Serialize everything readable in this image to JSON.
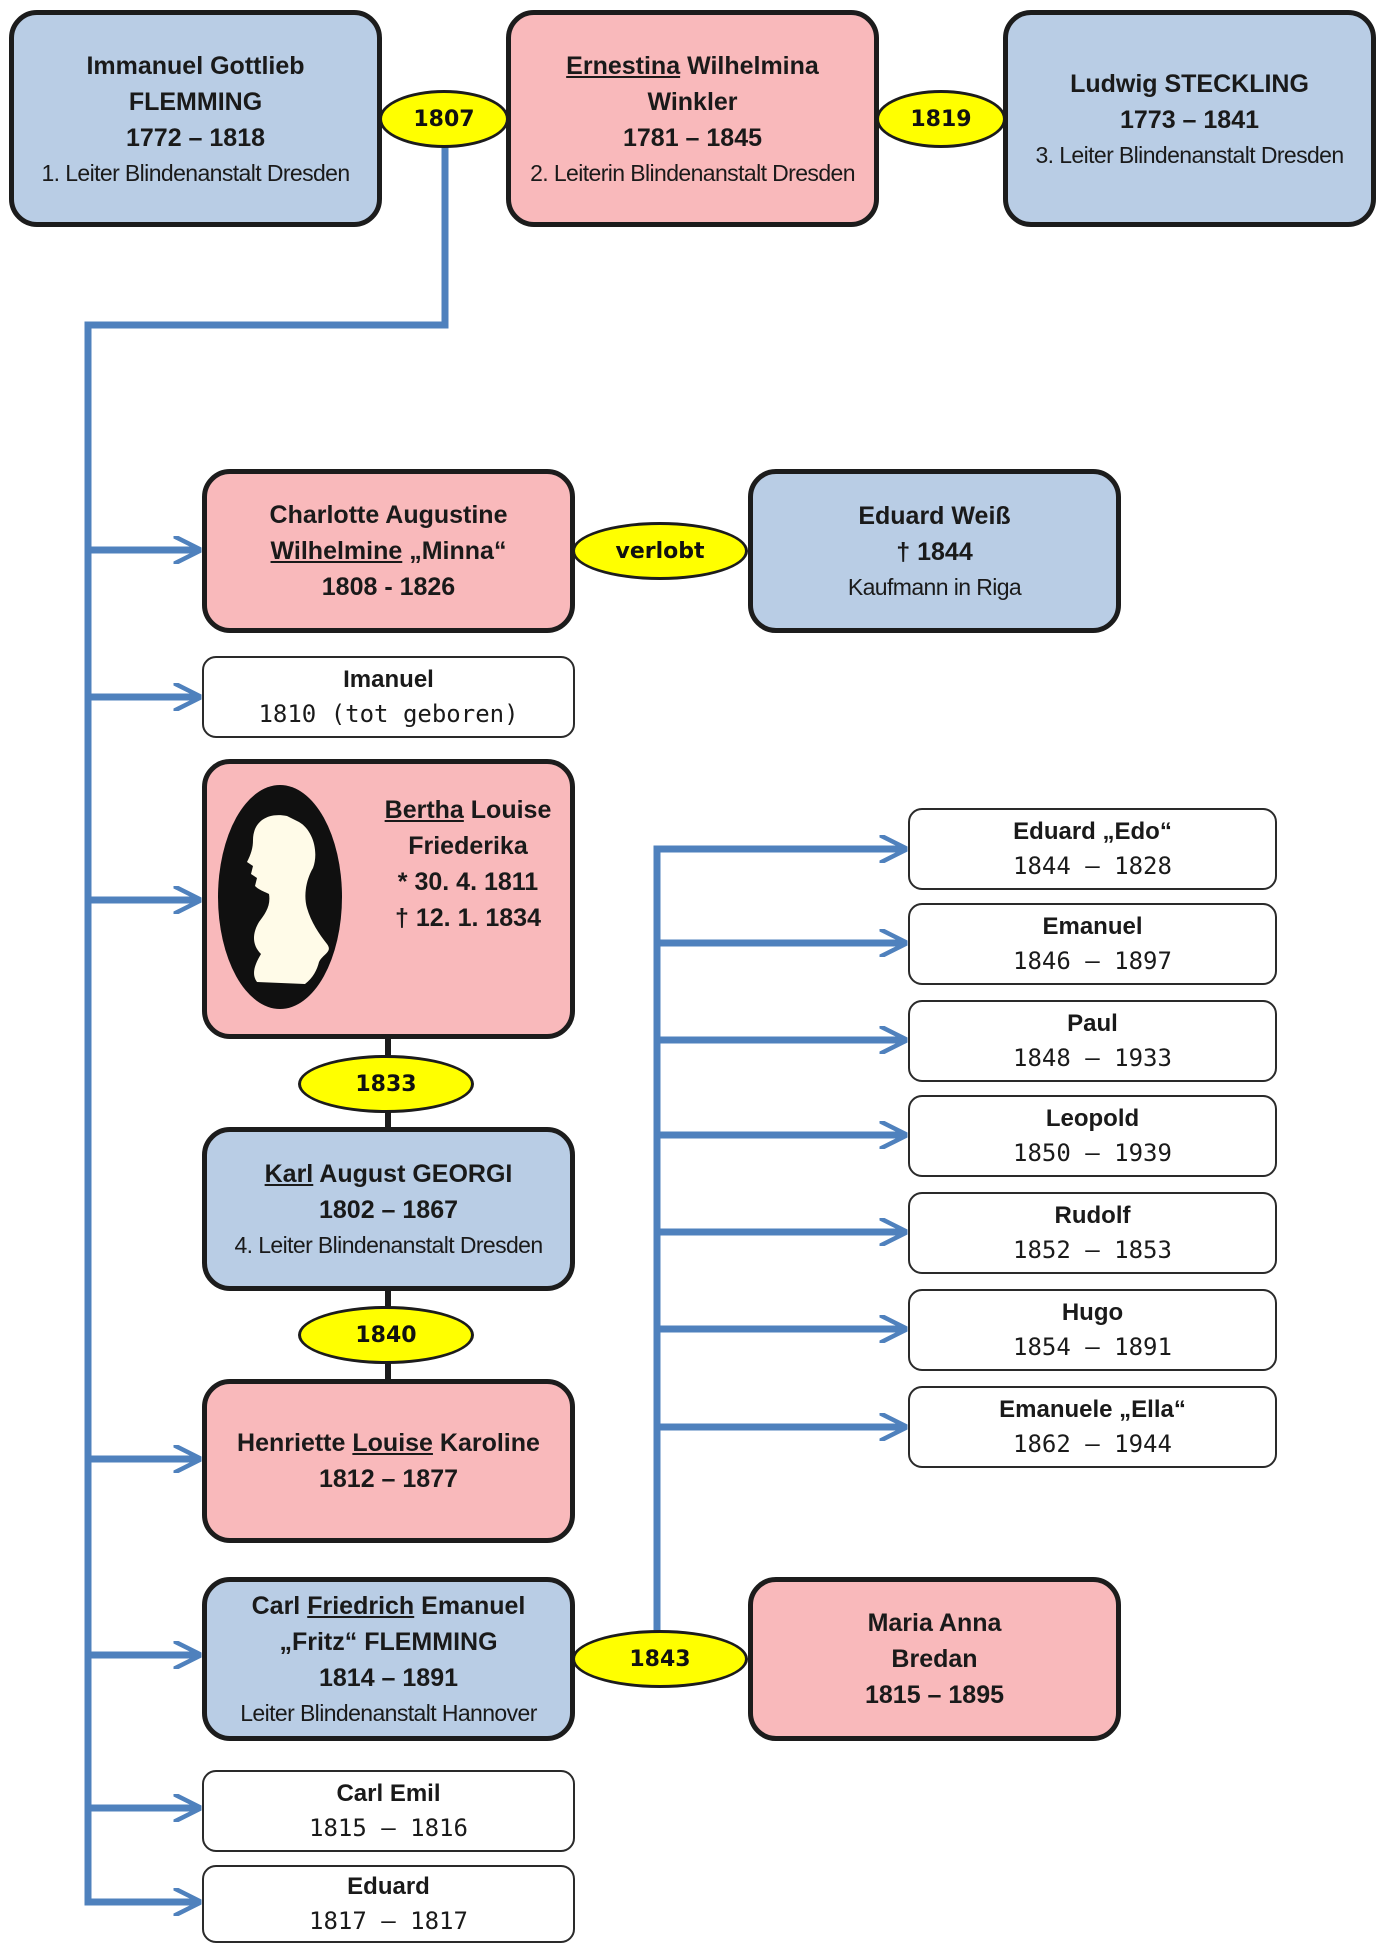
{
  "parents": {
    "immanuel": {
      "first": "Immanuel Gottlieb",
      "last": "FLEMMING",
      "dates": "1772 – 1818",
      "role": "1. Leiter Blindenanstalt Dresden"
    },
    "ernestina": {
      "underlined": "Ernestina",
      "first_rest": "Wilhelmina",
      "last": "Winkler",
      "dates": "1781 – 1845",
      "role": "2. Leiterin Blindenanstalt Dresden"
    },
    "ludwig": {
      "name": "Ludwig STECKLING",
      "dates": "1773 – 1841",
      "role": "3. Leiter Blindenanstalt Dresden"
    }
  },
  "marriages": {
    "m1807": "1807",
    "m1819": "1819",
    "verlobt": "verlobt",
    "m1833": "1833",
    "m1840": "1840",
    "m1843": "1843"
  },
  "children": {
    "charlotte": {
      "line1": "Charlotte Augustine",
      "underlined": "Wilhelmine",
      "nickname": "„Minna“",
      "dates": "1808 - 1826"
    },
    "eduard_weiss": {
      "name": "Eduard Weiß",
      "death": "† 1844",
      "role": "Kaufmann in Riga"
    },
    "imanuel": {
      "name": "Imanuel",
      "dates": "1810 (tot geboren)"
    },
    "bertha": {
      "underlined": "Bertha",
      "line1_rest": "Louise",
      "line2": "Friederika",
      "birth": "* 30. 4. 1811",
      "death": "† 12. 1. 1834"
    },
    "karl": {
      "underlined": "Karl",
      "rest": "August GEORGI",
      "dates": "1802 – 1867",
      "role": "4. Leiter Blindenanstalt Dresden"
    },
    "henriette": {
      "first": "Henriette",
      "underlined": "Louise",
      "last": "Karoline",
      "dates": "1812 – 1877"
    },
    "carl_friedrich": {
      "first": "Carl",
      "underlined": "Friedrich",
      "rest": "Emanuel",
      "line2": "„Fritz“ FLEMMING",
      "dates": "1814 – 1891",
      "role": "Leiter Blindenanstalt Hannover"
    },
    "carl_emil": {
      "name": "Carl Emil",
      "dates": "1815 – 1816"
    },
    "eduard": {
      "name": "Eduard",
      "dates": "1817 – 1817"
    },
    "maria": {
      "line1": "Maria Anna",
      "line2": "Bredan",
      "dates": "1815 – 1895"
    }
  },
  "grandchildren": [
    {
      "name": "Eduard „Edo“",
      "dates": "1844 – 1828"
    },
    {
      "name": "Emanuel",
      "dates": "1846 – 1897"
    },
    {
      "name": "Paul",
      "dates": "1848 – 1933"
    },
    {
      "name": "Leopold",
      "dates": "1850 – 1939"
    },
    {
      "name": "Rudolf",
      "dates": "1852 – 1853"
    },
    {
      "name": "Hugo",
      "dates": "1854 – 1891"
    },
    {
      "name": "Emanuele „Ella“",
      "dates": "1862 – 1944"
    }
  ],
  "colors": {
    "male": "#b9cde5",
    "female": "#f9b9bb",
    "connector": "#4f81bd",
    "marriage": "#ffff00"
  }
}
